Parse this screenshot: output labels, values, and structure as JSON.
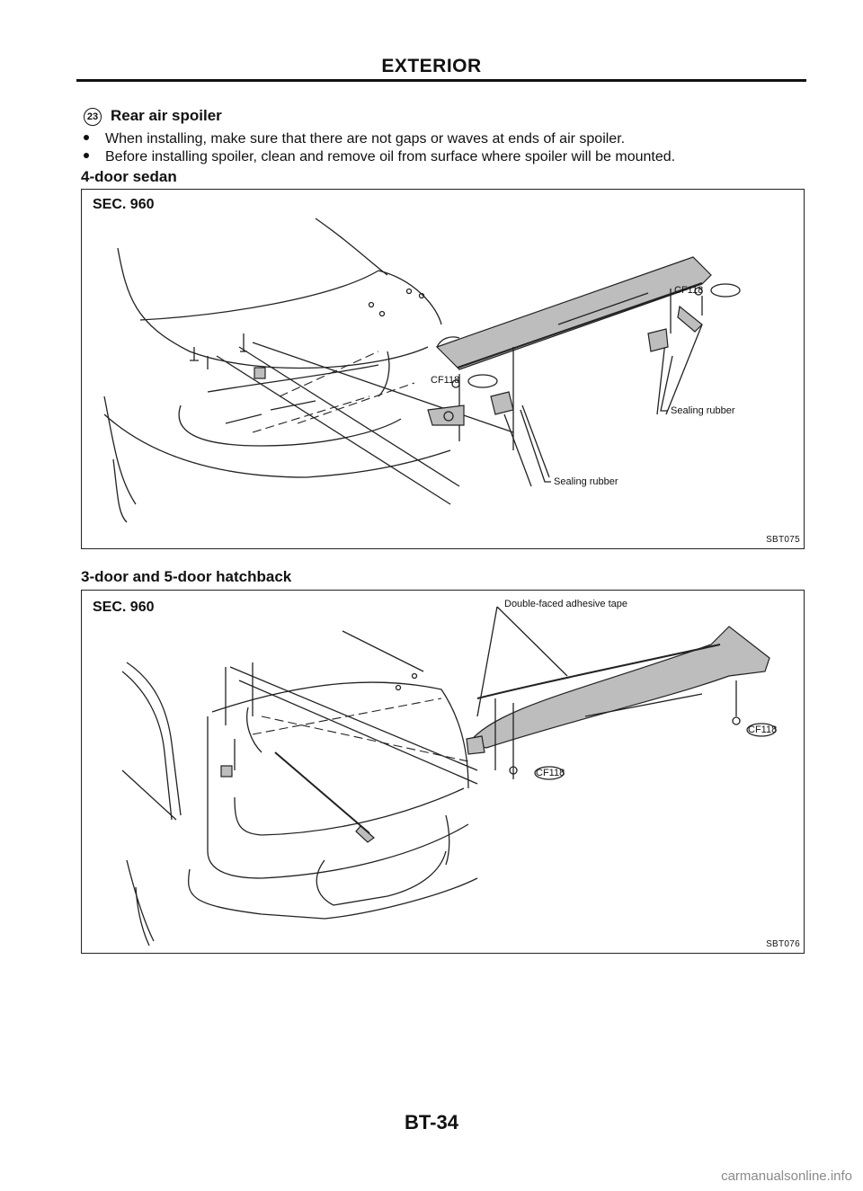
{
  "header": {
    "title": "EXTERIOR"
  },
  "section": {
    "number": "23",
    "title": "Rear air spoiler",
    "bullets": [
      "When installing, make sure that there are not gaps or waves at ends of air spoiler.",
      "Before installing spoiler, clean and remove oil from surface where spoiler will be mounted."
    ]
  },
  "figures": [
    {
      "heading": "4-door sedan",
      "sec": "SEC. 960",
      "code": "SBT075",
      "callouts": [
        "Sealing rubber",
        "Sealing rubber"
      ],
      "clip_labels": [
        "CF118",
        "CF118"
      ]
    },
    {
      "heading": "3-door and 5-door hatchback",
      "sec": "SEC. 960",
      "code": "SBT076",
      "callouts": [
        "Double-faced adhesive tape"
      ],
      "clip_labels": [
        "CF118",
        "CF118"
      ]
    }
  ],
  "footer": {
    "page": "BT-34"
  },
  "watermark": "carmanualsonline.info"
}
